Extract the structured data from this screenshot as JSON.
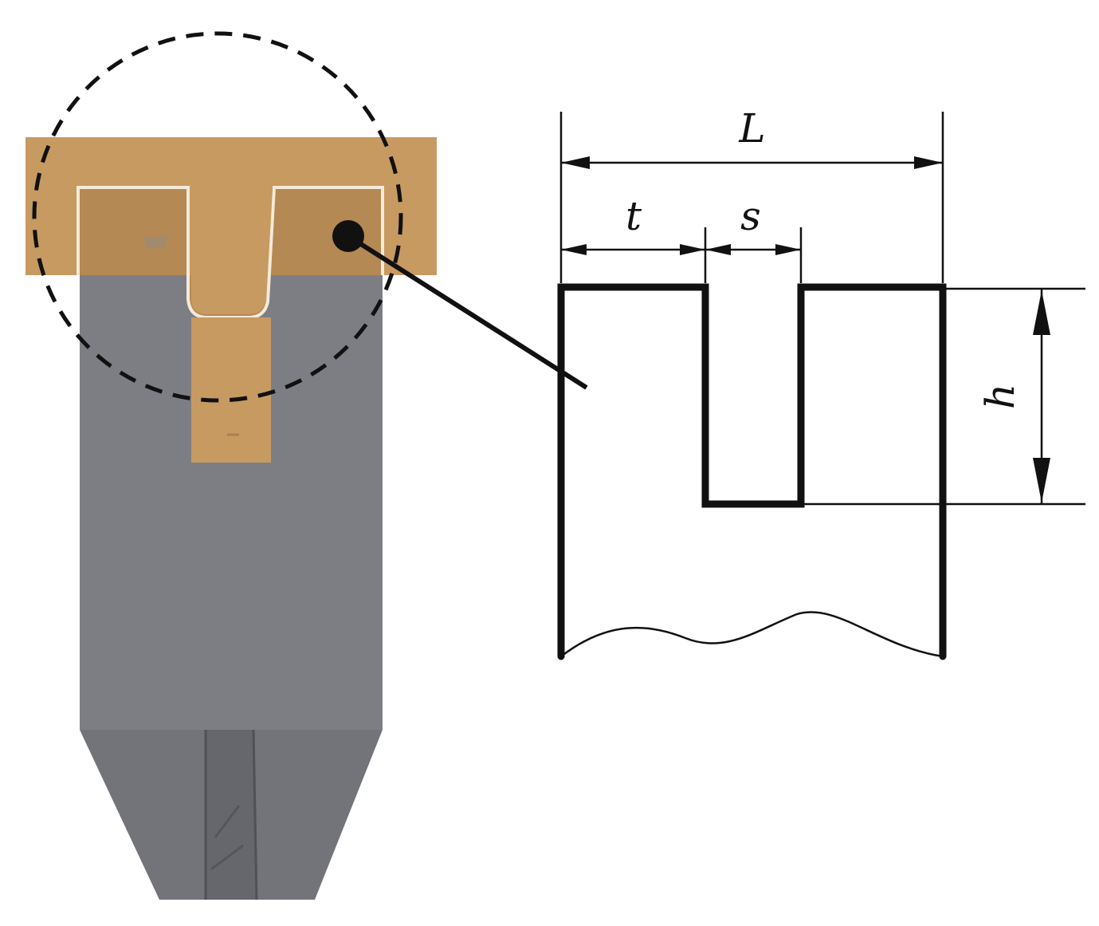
{
  "labels": {
    "L": "L",
    "t": "t",
    "s": "s",
    "h": "h"
  },
  "colors": {
    "background": "#ffffff",
    "specimen_gray": "#7d7e83",
    "specimen_gray_dark": "#6d6e73",
    "tab_orange": "#c79a62",
    "tab_orange_dark": "#a9804d",
    "line": "#111111"
  }
}
